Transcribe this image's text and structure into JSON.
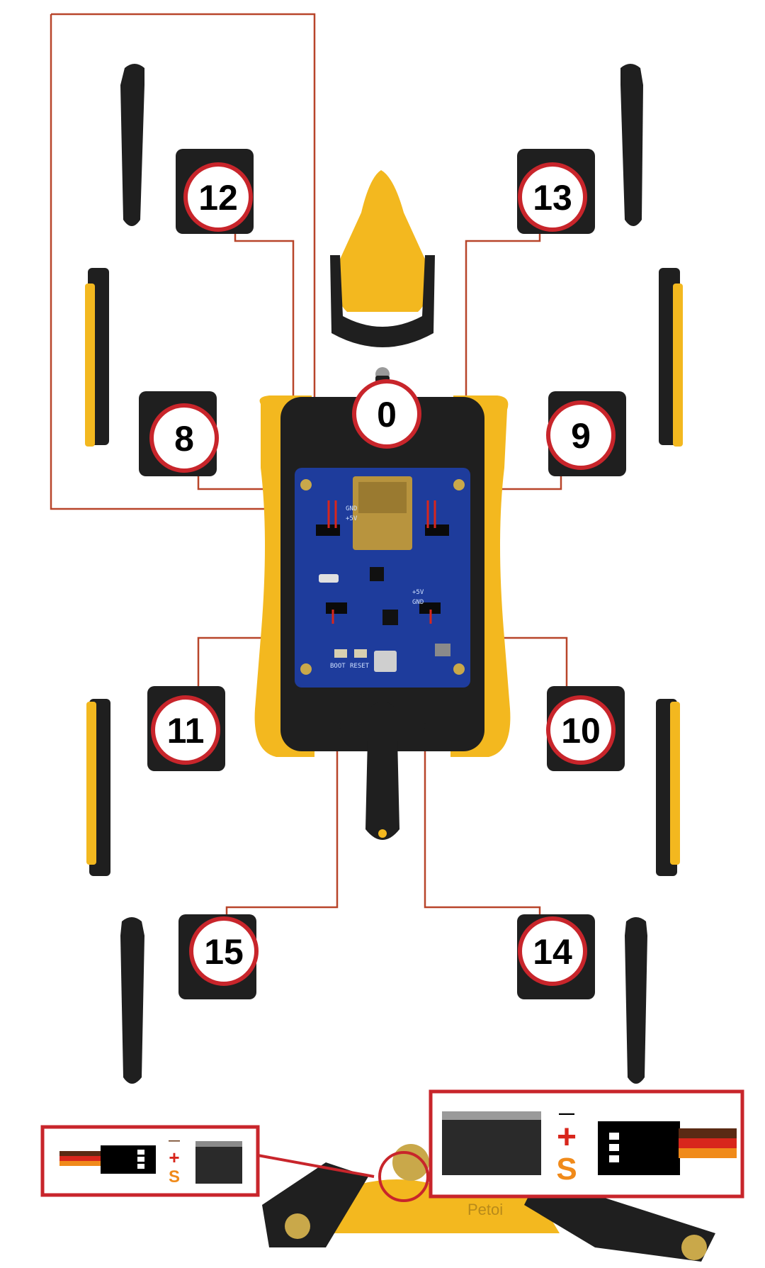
{
  "servo_labels": {
    "head": "0",
    "front_left_shoulder": "8",
    "front_right_shoulder": "9",
    "back_right_shoulder": "10",
    "back_left_shoulder": "11",
    "front_left_knee": "12",
    "front_right_knee": "13",
    "back_right_knee": "14",
    "back_left_knee": "15"
  },
  "board": {
    "pins_left": [
      "GND",
      "+5V"
    ],
    "pins_right": [
      "+5V",
      "GND"
    ],
    "buttons": [
      "BOOT",
      "RESET"
    ]
  },
  "legend": {
    "minus": "—",
    "plus": "+",
    "signal": "S"
  },
  "robot_name": "Petoi",
  "colors": {
    "callout_ring": "#c8252b",
    "connector_line": "#b8452a",
    "body_yellow": "#f3b81f",
    "frame_black": "#1f1f1f",
    "pcb_blue": "#1e3c9c",
    "wire_brown": "#5a2a14",
    "wire_red": "#d8261c",
    "wire_orange": "#f08a1a"
  }
}
